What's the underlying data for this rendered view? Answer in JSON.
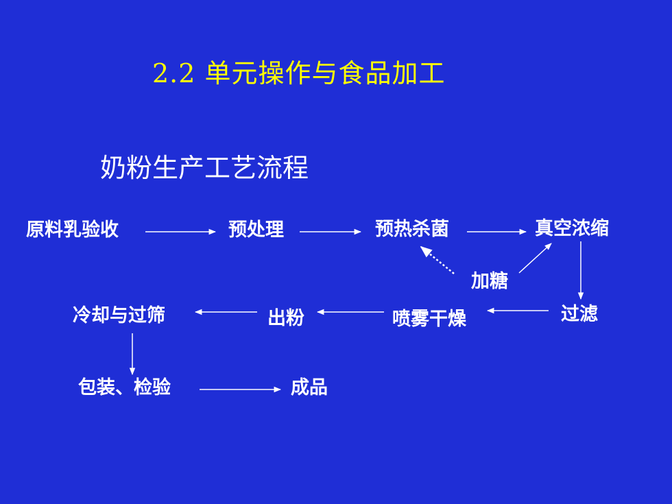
{
  "title": "2.2 单元操作与食品加工",
  "subtitle": "奶粉生产工艺流程",
  "nodes": {
    "raw_milk": "原料乳验收",
    "pretreatment": "预处理",
    "preheat": "预热杀菌",
    "vacuum": "真空浓缩",
    "sugar": "加糖",
    "filter": "过滤",
    "spray_dry": "喷雾干燥",
    "powder_out": "出粉",
    "cool_sieve": "冷却与过筛",
    "pack_inspect": "包装、检验",
    "product": "成品"
  },
  "colors": {
    "background": "#1f2ed6",
    "title": "#ffff00",
    "text": "#ffffff"
  }
}
